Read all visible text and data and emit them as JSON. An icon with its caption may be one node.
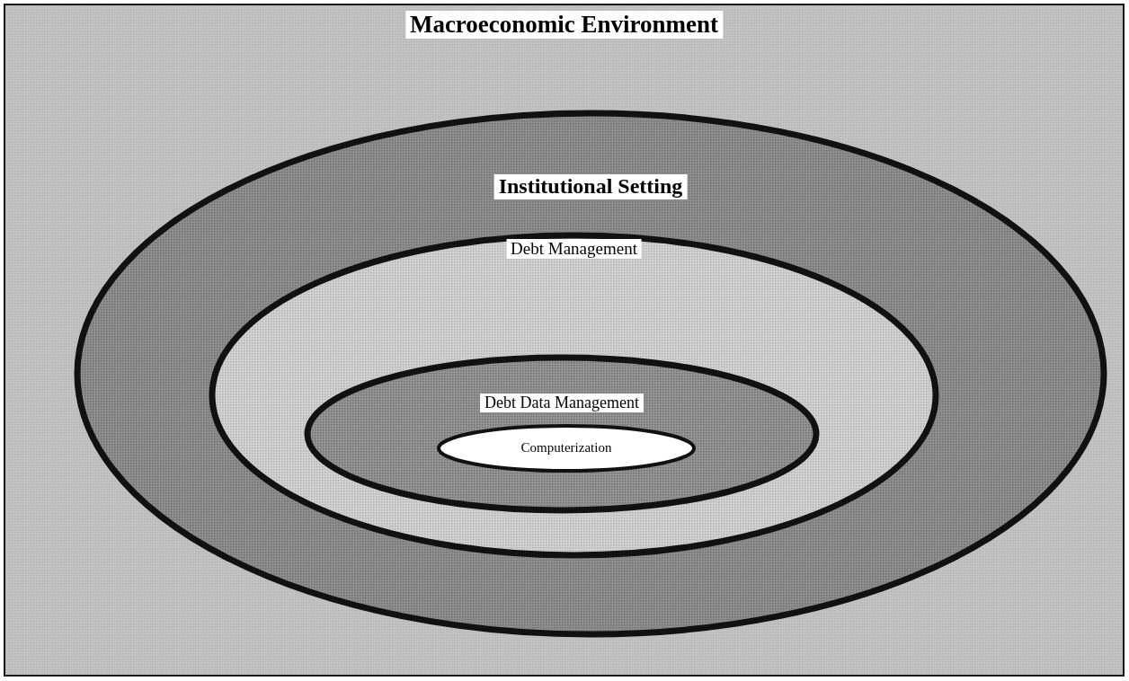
{
  "diagram": {
    "nodes": [
      {
        "text": [
          "Macroeconomic Environment"
        ]
      },
      {
        "text": [
          "Institutional Setting"
        ],
        "in": 0
      },
      {
        "text": [
          "Debt Management"
        ],
        "in": 1
      },
      {
        "text": [
          "Debt Data Management"
        ],
        "in": 2
      },
      {
        "text": [
          "Computerization"
        ],
        "in": 3
      }
    ],
    "edges": []
  }
}
